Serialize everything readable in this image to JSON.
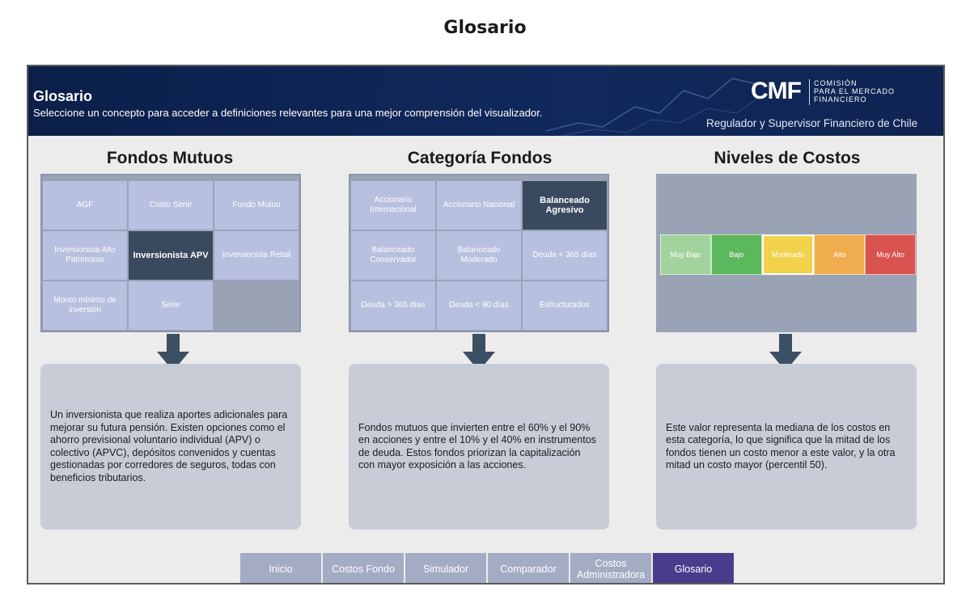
{
  "page_title": "Glosario",
  "banner": {
    "title": "Glosario",
    "subtitle": "Seleccione un concepto para acceder a definiciones relevantes para una mejor comprensión del visualizador.",
    "logo_mark": "CMF",
    "logo_lines": [
      "COMISIÓN",
      "PARA EL MERCADO",
      "FINANCIERO"
    ],
    "tagline": "Regulador y Supervisor Financiero de Chile"
  },
  "columns": [
    {
      "title": "Fondos Mutuos",
      "cells": [
        "AGF",
        "Costo Serie",
        "Fondo Mutuo",
        "Inversionista Alto Patrimonio",
        "Inversionista APV",
        "Inversionista Retail",
        "Monto mínimo de inversión",
        "Serie",
        ""
      ],
      "active_index": 4,
      "description": "Un inversionista que realiza aportes adicionales para mejorar su futura pensión. Existen opciones como el ahorro previsional voluntario individual (APV) o colectivo (APVC), depósitos convenidos y cuentas gestionadas por corredores de seguros, todas con beneficios tributarios."
    },
    {
      "title": "Categoría Fondos",
      "cells": [
        "Accionario Internacional",
        "Accionario Nacional",
        "Balanceado Agresivo",
        "Balanceado Conservador",
        "Balanceado Moderado",
        "Deuda < 365 días",
        "Deuda > 365 días",
        "Deuda < 90 días",
        "Estructurados"
      ],
      "active_index": 2,
      "description": "Fondos mutuos que invierten entre el 60% y el 90% en acciones y entre el 10% y el 40% en instrumentos de deuda. Estos fondos priorizan la capitalización con mayor exposición a las acciones."
    },
    {
      "title": "Niveles de Costos",
      "levels": [
        {
          "label": "Muy Bajo",
          "color": "#a3d39c"
        },
        {
          "label": "Bajo",
          "color": "#5cb85c"
        },
        {
          "label": "Moderado",
          "color": "#f2d24b"
        },
        {
          "label": "Alto",
          "color": "#f0ad4e"
        },
        {
          "label": "Muy Alto",
          "color": "#d9534f"
        }
      ],
      "active_index": 2,
      "description": "Este valor representa la mediana de los costos en esta categoría, lo que significa que la mitad de los fondos tienen un costo menor a este valor, y la otra mitad un costo mayor (percentil 50)."
    }
  ],
  "tabs": [
    "Inicio",
    "Costos Fondo",
    "Simulador",
    "Comparador",
    "Costos Administradora",
    "Glosario"
  ],
  "active_tab": 5,
  "colors": {
    "banner": "#0f2452",
    "cell": "#b7c0df",
    "cell_active": "#3a4a5e",
    "arrow": "#3d4f63",
    "tab": "#a4acc4",
    "tab_active": "#4a3c8c"
  }
}
